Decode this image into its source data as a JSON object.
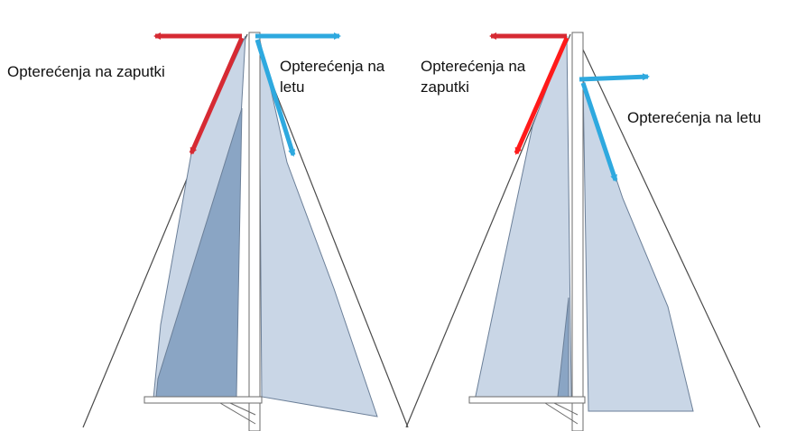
{
  "colors": {
    "background": "#ffffff",
    "sail_light": "#c9d6e6",
    "sail_dark": "#8aa5c4",
    "rigging_line": "#4a4a4a",
    "mast": "#ffffff",
    "jib_arrow": "#d62a33",
    "jib_arrow_bright": "#ff1a1a",
    "main_arrow": "#2ea9df"
  },
  "icons": {
    "jib_arrow_icon": "arrow-red",
    "main_arrow_icon": "arrow-blue"
  },
  "left_boat": {
    "jib_label_line1": "Opterećenja na zaputki",
    "main_label_line1": "Opterećenja na",
    "main_label_line2": "letu"
  },
  "right_boat": {
    "jib_label_line1": "Opterećenja na",
    "jib_label_line2": "zaputki",
    "main_label_line1": "Opterećenja na letu"
  }
}
